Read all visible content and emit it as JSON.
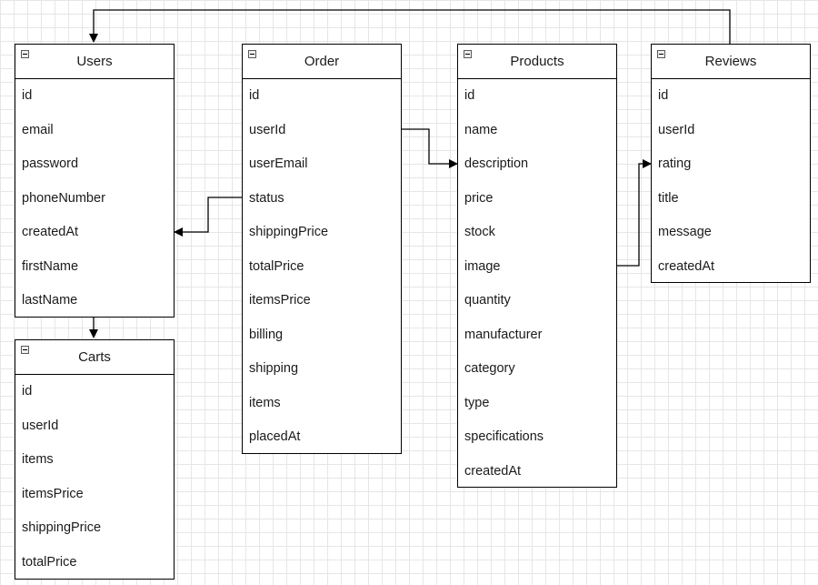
{
  "entities": {
    "users": {
      "title": "Users",
      "fields": [
        "id",
        "email",
        "password",
        "phoneNumber",
        "createdAt",
        "firstName",
        "lastName"
      ]
    },
    "carts": {
      "title": "Carts",
      "fields": [
        "id",
        "userId",
        "items",
        "itemsPrice",
        "shippingPrice",
        "totalPrice"
      ]
    },
    "order": {
      "title": "Order",
      "fields": [
        "id",
        "userId",
        "userEmail",
        "status",
        "shippingPrice",
        "totalPrice",
        "itemsPrice",
        "billing",
        "shipping",
        "items",
        "placedAt"
      ]
    },
    "products": {
      "title": "Products",
      "fields": [
        "id",
        "name",
        "description",
        "price",
        "stock",
        "image",
        "quantity",
        "manufacturer",
        "category",
        "type",
        "specifications",
        "createdAt"
      ]
    },
    "reviews": {
      "title": "Reviews",
      "fields": [
        "id",
        "userId",
        "rating",
        "title",
        "message",
        "createdAt"
      ]
    }
  },
  "colors": {
    "line": "#000000",
    "grid": "#e6e6e6"
  }
}
